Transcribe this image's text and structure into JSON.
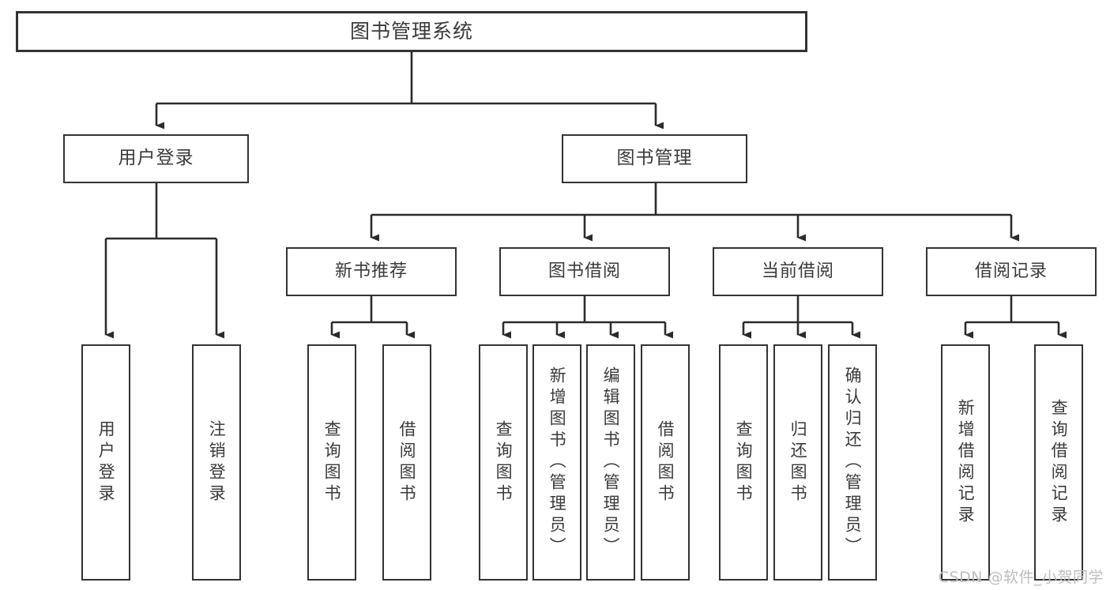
{
  "diagram": {
    "title": "图书管理系统",
    "type": "tree",
    "watermark": "CSDN @软件_小贺同学",
    "colors": {
      "border": "#333333",
      "fill": "#ffffff",
      "text": "#3a3a3a",
      "connector": "#2b2b2b",
      "watermark": "#bdbdbd"
    }
  },
  "nodes": {
    "root": {
      "label": "图书管理系统"
    },
    "level2": [
      {
        "id": "user-login",
        "label": "用户登录"
      },
      {
        "id": "book-management",
        "label": "图书管理"
      }
    ],
    "level3": [
      {
        "id": "new-book-recommend",
        "label": "新书推荐"
      },
      {
        "id": "book-borrow",
        "label": "图书借阅"
      },
      {
        "id": "current-borrow",
        "label": "当前借阅"
      },
      {
        "id": "borrow-record",
        "label": "借阅记录"
      }
    ],
    "leaves": [
      {
        "id": "leaf-user-login",
        "label": "用户登录",
        "parent": "user-login"
      },
      {
        "id": "leaf-logout-login",
        "label": "注销登录",
        "parent": "user-login"
      },
      {
        "id": "leaf-query-book-1",
        "label": "查询图书",
        "parent": "new-book-recommend"
      },
      {
        "id": "leaf-borrow-book-1",
        "label": "借阅图书",
        "parent": "new-book-recommend"
      },
      {
        "id": "leaf-query-book-2",
        "label": "查询图书",
        "parent": "book-borrow"
      },
      {
        "id": "leaf-add-book",
        "label": "新增图书（管理员）",
        "parent": "book-borrow"
      },
      {
        "id": "leaf-edit-book",
        "label": "编辑图书（管理员）",
        "parent": "book-borrow"
      },
      {
        "id": "leaf-borrow-book-2",
        "label": "借阅图书",
        "parent": "book-borrow"
      },
      {
        "id": "leaf-query-book-3",
        "label": "查询图书",
        "parent": "current-borrow"
      },
      {
        "id": "leaf-return-book",
        "label": "归还图书",
        "parent": "current-borrow"
      },
      {
        "id": "leaf-confirm-return",
        "label": "确认归还（管理员）",
        "parent": "current-borrow"
      },
      {
        "id": "leaf-add-record",
        "label": "新增借阅记录",
        "parent": "borrow-record"
      },
      {
        "id": "leaf-query-record",
        "label": "查询借阅记录",
        "parent": "borrow-record"
      }
    ]
  }
}
